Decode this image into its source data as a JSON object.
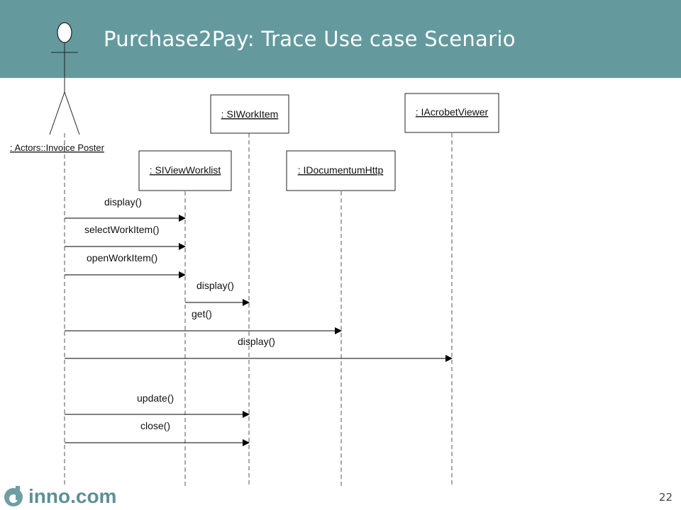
{
  "slide": {
    "title": "Purchase2Pay: Trace Use case Scenario",
    "page_number": "22",
    "logo_text": "inno.com",
    "header_color": "#649a9e"
  },
  "actor": {
    "label": ": Actors::Invoice Poster"
  },
  "objects": [
    {
      "id": "siworkitem",
      "label": ": SIWorkItem"
    },
    {
      "id": "iacrobatviewer",
      "label": ": IAcrobetViewer"
    },
    {
      "id": "siviewworklist",
      "label": ": SIViewWorklist"
    },
    {
      "id": "idocumentumhttp",
      "label": ": IDocumentumHttp"
    }
  ],
  "messages": [
    {
      "label": "display()",
      "from": "actor",
      "to": "siviewworklist"
    },
    {
      "label": "selectWorkItem()",
      "from": "actor",
      "to": "siviewworklist"
    },
    {
      "label": "openWorkItem()",
      "from": "actor",
      "to": "siviewworklist"
    },
    {
      "label": "display()",
      "from": "siviewworklist",
      "to": "siworkitem"
    },
    {
      "label": "get()",
      "from": "actor",
      "to": "idocumentumhttp"
    },
    {
      "label": "display()",
      "from": "actor",
      "to": "iacrobatviewer"
    },
    {
      "label": "update()",
      "from": "actor",
      "to": "siworkitem"
    },
    {
      "label": "close()",
      "from": "actor",
      "to": "siworkitem"
    }
  ]
}
